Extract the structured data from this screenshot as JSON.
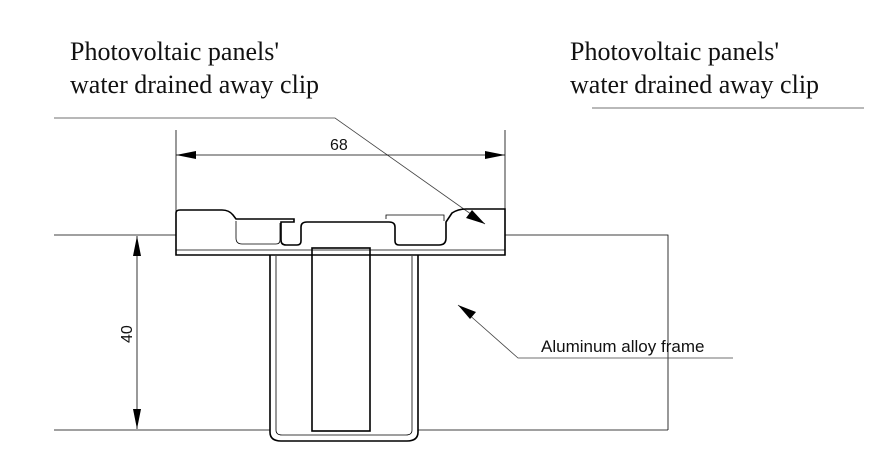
{
  "labels": {
    "clip_left_line1": "Photovoltaic panels'",
    "clip_left_line2": "water drained away clip",
    "clip_right_line1": "Photovoltaic panels'",
    "clip_right_line2": "water drained away clip",
    "frame": "Aluminum alloy frame"
  },
  "dimensions": {
    "width": "68",
    "height": "40"
  }
}
